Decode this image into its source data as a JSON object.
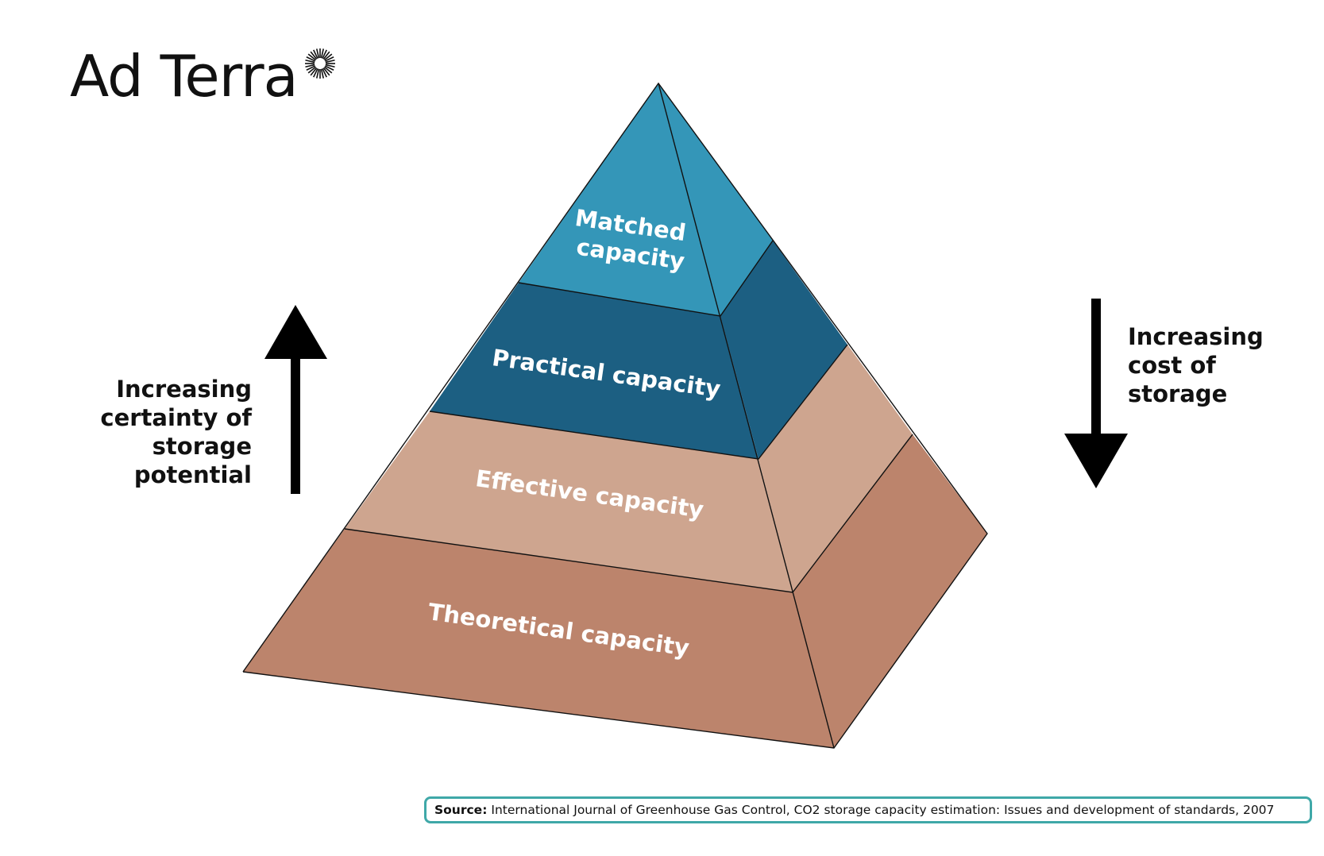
{
  "logo": {
    "text": "Ad Terra",
    "mark_icon": "sunburst-icon"
  },
  "layers": [
    {
      "label_lines": [
        "Matched",
        "capacity"
      ],
      "front_color": "#3496b8",
      "side_color": "#3496b8"
    },
    {
      "label_lines": [
        "Practical capacity"
      ],
      "front_color": "#1c5f82",
      "side_color": "#1c5f82"
    },
    {
      "label_lines": [
        "Effective capacity"
      ],
      "front_color": "#cea58f",
      "side_color": "#cea58f"
    },
    {
      "label_lines": [
        "Theoretical capacity"
      ],
      "front_color": "#bc846c",
      "side_color": "#bc846c"
    }
  ],
  "left_annotation": {
    "lines": [
      "Increasing",
      "certainty of",
      "storage potential"
    ],
    "arrow_icon": "arrow-up-icon"
  },
  "right_annotation": {
    "lines": [
      "Increasing",
      "cost of",
      "storage"
    ],
    "arrow_icon": "arrow-down-icon"
  },
  "source": {
    "label": "Source:",
    "text": "International Journal of Greenhouse Gas Control, CO2 storage capacity estimation: Issues and development of standards, 2007"
  },
  "colors": {
    "source_border": "#3fa8a8",
    "text": "#111111"
  }
}
